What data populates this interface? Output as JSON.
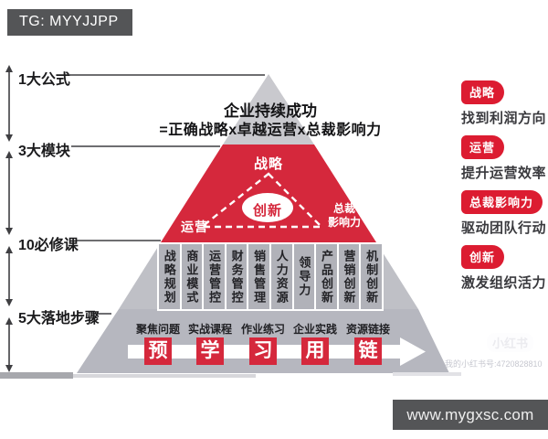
{
  "badge": {
    "label": "TG: MYYJJPP"
  },
  "axis": {
    "items": [
      {
        "label": "1大公式"
      },
      {
        "label": "3大模块"
      },
      {
        "label": "10必修课"
      },
      {
        "label": "5大落地步骤"
      }
    ]
  },
  "pyramid": {
    "title_line1": "企业持续成功",
    "title_line2": "=正确战略x卓越运营x总裁影响力",
    "apex_label": "战略",
    "left_label": "运营",
    "right_label_line1": "总裁",
    "right_label_line2": "影响力",
    "center_label": "创新",
    "courses": [
      "战略规划",
      "商业模式",
      "运营管控",
      "财务管控",
      "销售管理",
      "人力资源",
      "领导力",
      "产品创新",
      "营销创新",
      "机制创新"
    ]
  },
  "steps": {
    "labels": [
      "聚焦问题",
      "实战课程",
      "作业练习",
      "企业实践",
      "资源链接"
    ],
    "keys": [
      "预",
      "学",
      "习",
      "用",
      "链"
    ]
  },
  "legend": [
    {
      "term": "战略",
      "desc": "找到利润方向"
    },
    {
      "term": "运营",
      "desc": "提升运营效率"
    },
    {
      "term": "总裁影响力",
      "desc": "驱动团队行动"
    },
    {
      "term": "创新",
      "desc": "激发组织活力"
    }
  ],
  "watermark": {
    "brand": "小红书",
    "account": "我的小红书号:4720828810"
  },
  "footer": {
    "url": "www.mygxsc.com"
  },
  "colors": {
    "red": "#d5283c",
    "pill_red": "#dc1c31",
    "plate_gray": "#545557",
    "triangle_gray": "#c9c9ce",
    "flank_gray": "#bfc0c6",
    "column_gray": "#b1b2b9",
    "base_gray": "#b6b7bf"
  }
}
